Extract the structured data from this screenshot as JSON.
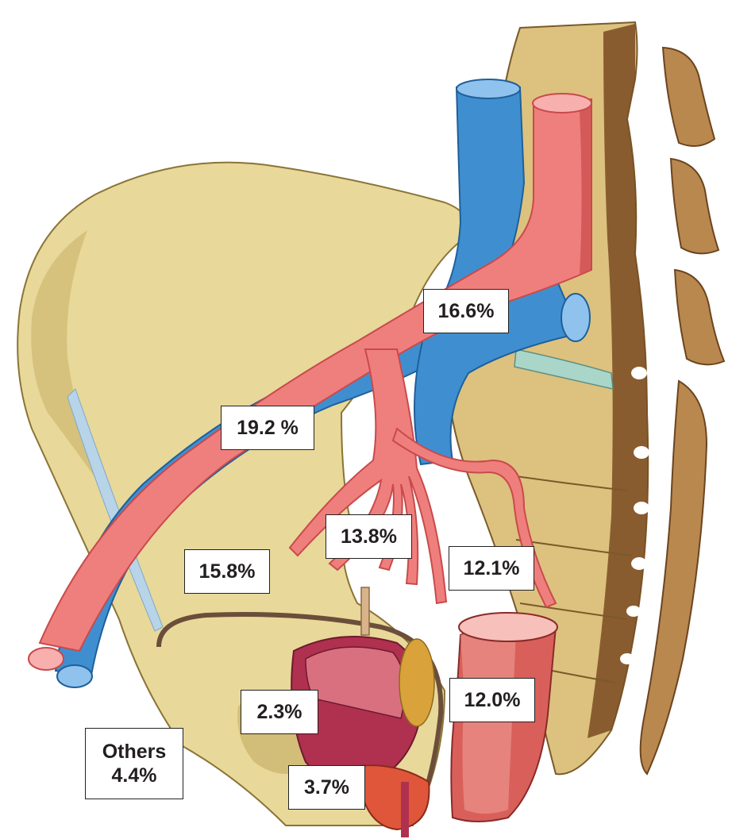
{
  "labels": {
    "common_iliac": "16.6%",
    "external_iliac": "19.2 %",
    "internal_iliac": "13.8%",
    "obturator": "15.8%",
    "presacral": "12.1%",
    "rectum": "12.0%",
    "bladder": "2.3%",
    "prostate": "3.7%",
    "others_title": "Others",
    "others_value": "4.4%"
  },
  "colors": {
    "bone": "#e8d89a",
    "bone_shadow": "#c9b46a",
    "vertebra_dark": "#7a4a22",
    "artery": "#ef7f7d",
    "artery_dark": "#c94a4c",
    "vein": "#3f8fd0",
    "vein_dark": "#1f5f9a",
    "bladder": "#b03050",
    "rectum": "#d9605a",
    "ligament": "#b8d4e8",
    "ureter": "#6b4e3a"
  }
}
